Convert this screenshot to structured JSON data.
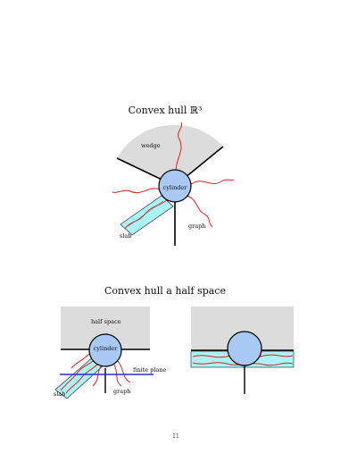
{
  "figure1": {
    "title": "Convex hull ℝ³",
    "labels": {
      "wedge": "wedge",
      "cylinder": "cylinder",
      "slab": "slab",
      "graph": "graph"
    }
  },
  "figure2": {
    "title": "Convex hull a half space",
    "left_labels": {
      "half_space": "half space",
      "cylinder": "cylinder",
      "finite_plane": "finite plane",
      "slab": "slab",
      "graph": "graph"
    }
  },
  "page_number": "11",
  "colors": {
    "wedge_fill": "#dcdcdc",
    "cylinder_fill": "#a9c9f5",
    "slab_fill": "#aaf3f7",
    "curve": "#e02020",
    "plane_line": "#2b2bd6",
    "line": "#000000"
  }
}
